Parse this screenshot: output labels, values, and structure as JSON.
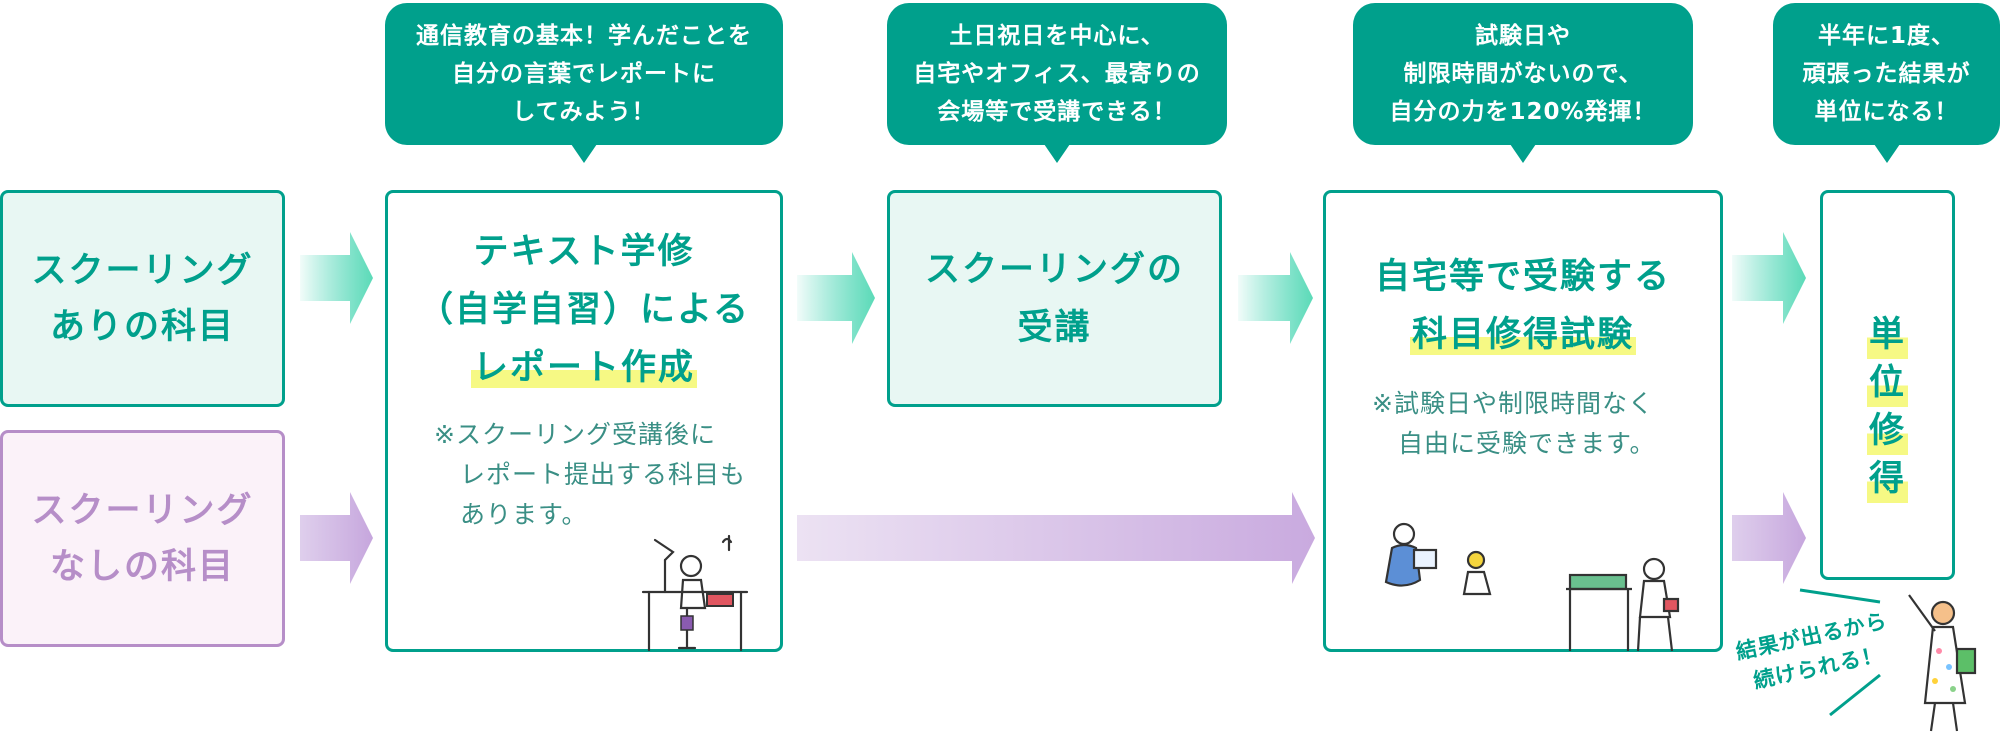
{
  "bubbles": {
    "b1": "通信教育の基本！学んだことを\n自分の言葉でレポートに\nしてみよう！",
    "b2": "土日祝日を中心に、\n自宅やオフィス、最寄りの\n会場等で受講できる！",
    "b3": "試験日や\n制限時間がないので、\n自分の力を120%発揮！",
    "b4": "半年に1度、\n頑張った結果が\n単位になる！"
  },
  "left": {
    "with_schooling": {
      "line1": "スクーリング",
      "line2": "ありの科目"
    },
    "without_schooling": {
      "line1": "スクーリング",
      "line2": "なしの科目"
    }
  },
  "steps": {
    "report": {
      "title1": "テキスト学修",
      "title2": "（自学自習）による",
      "title3": "レポート作成",
      "note1": "※スクーリング受講後に",
      "note2": "　レポート提出する科目も",
      "note3": "　あります。"
    },
    "schooling": {
      "title1": "スクーリングの",
      "title2": "受講"
    },
    "exam": {
      "title1": "自宅等で受験する",
      "title2": "科目修得試験",
      "note1": "※試験日や制限時間なく",
      "note2": "　自由に受験できます。"
    },
    "credit": {
      "chars": [
        "単",
        "位",
        "修",
        "得"
      ]
    }
  },
  "caption": {
    "line1": "結果が出るから",
    "line2": "続けられる！"
  },
  "colors": {
    "green": "#00a08c",
    "purple": "#b68ec8",
    "highlight": "#f6f984"
  },
  "icons": [
    "student-at-desk-icon",
    "parent-and-child-icon",
    "person-at-desk-icon",
    "cheering-person-icon"
  ]
}
